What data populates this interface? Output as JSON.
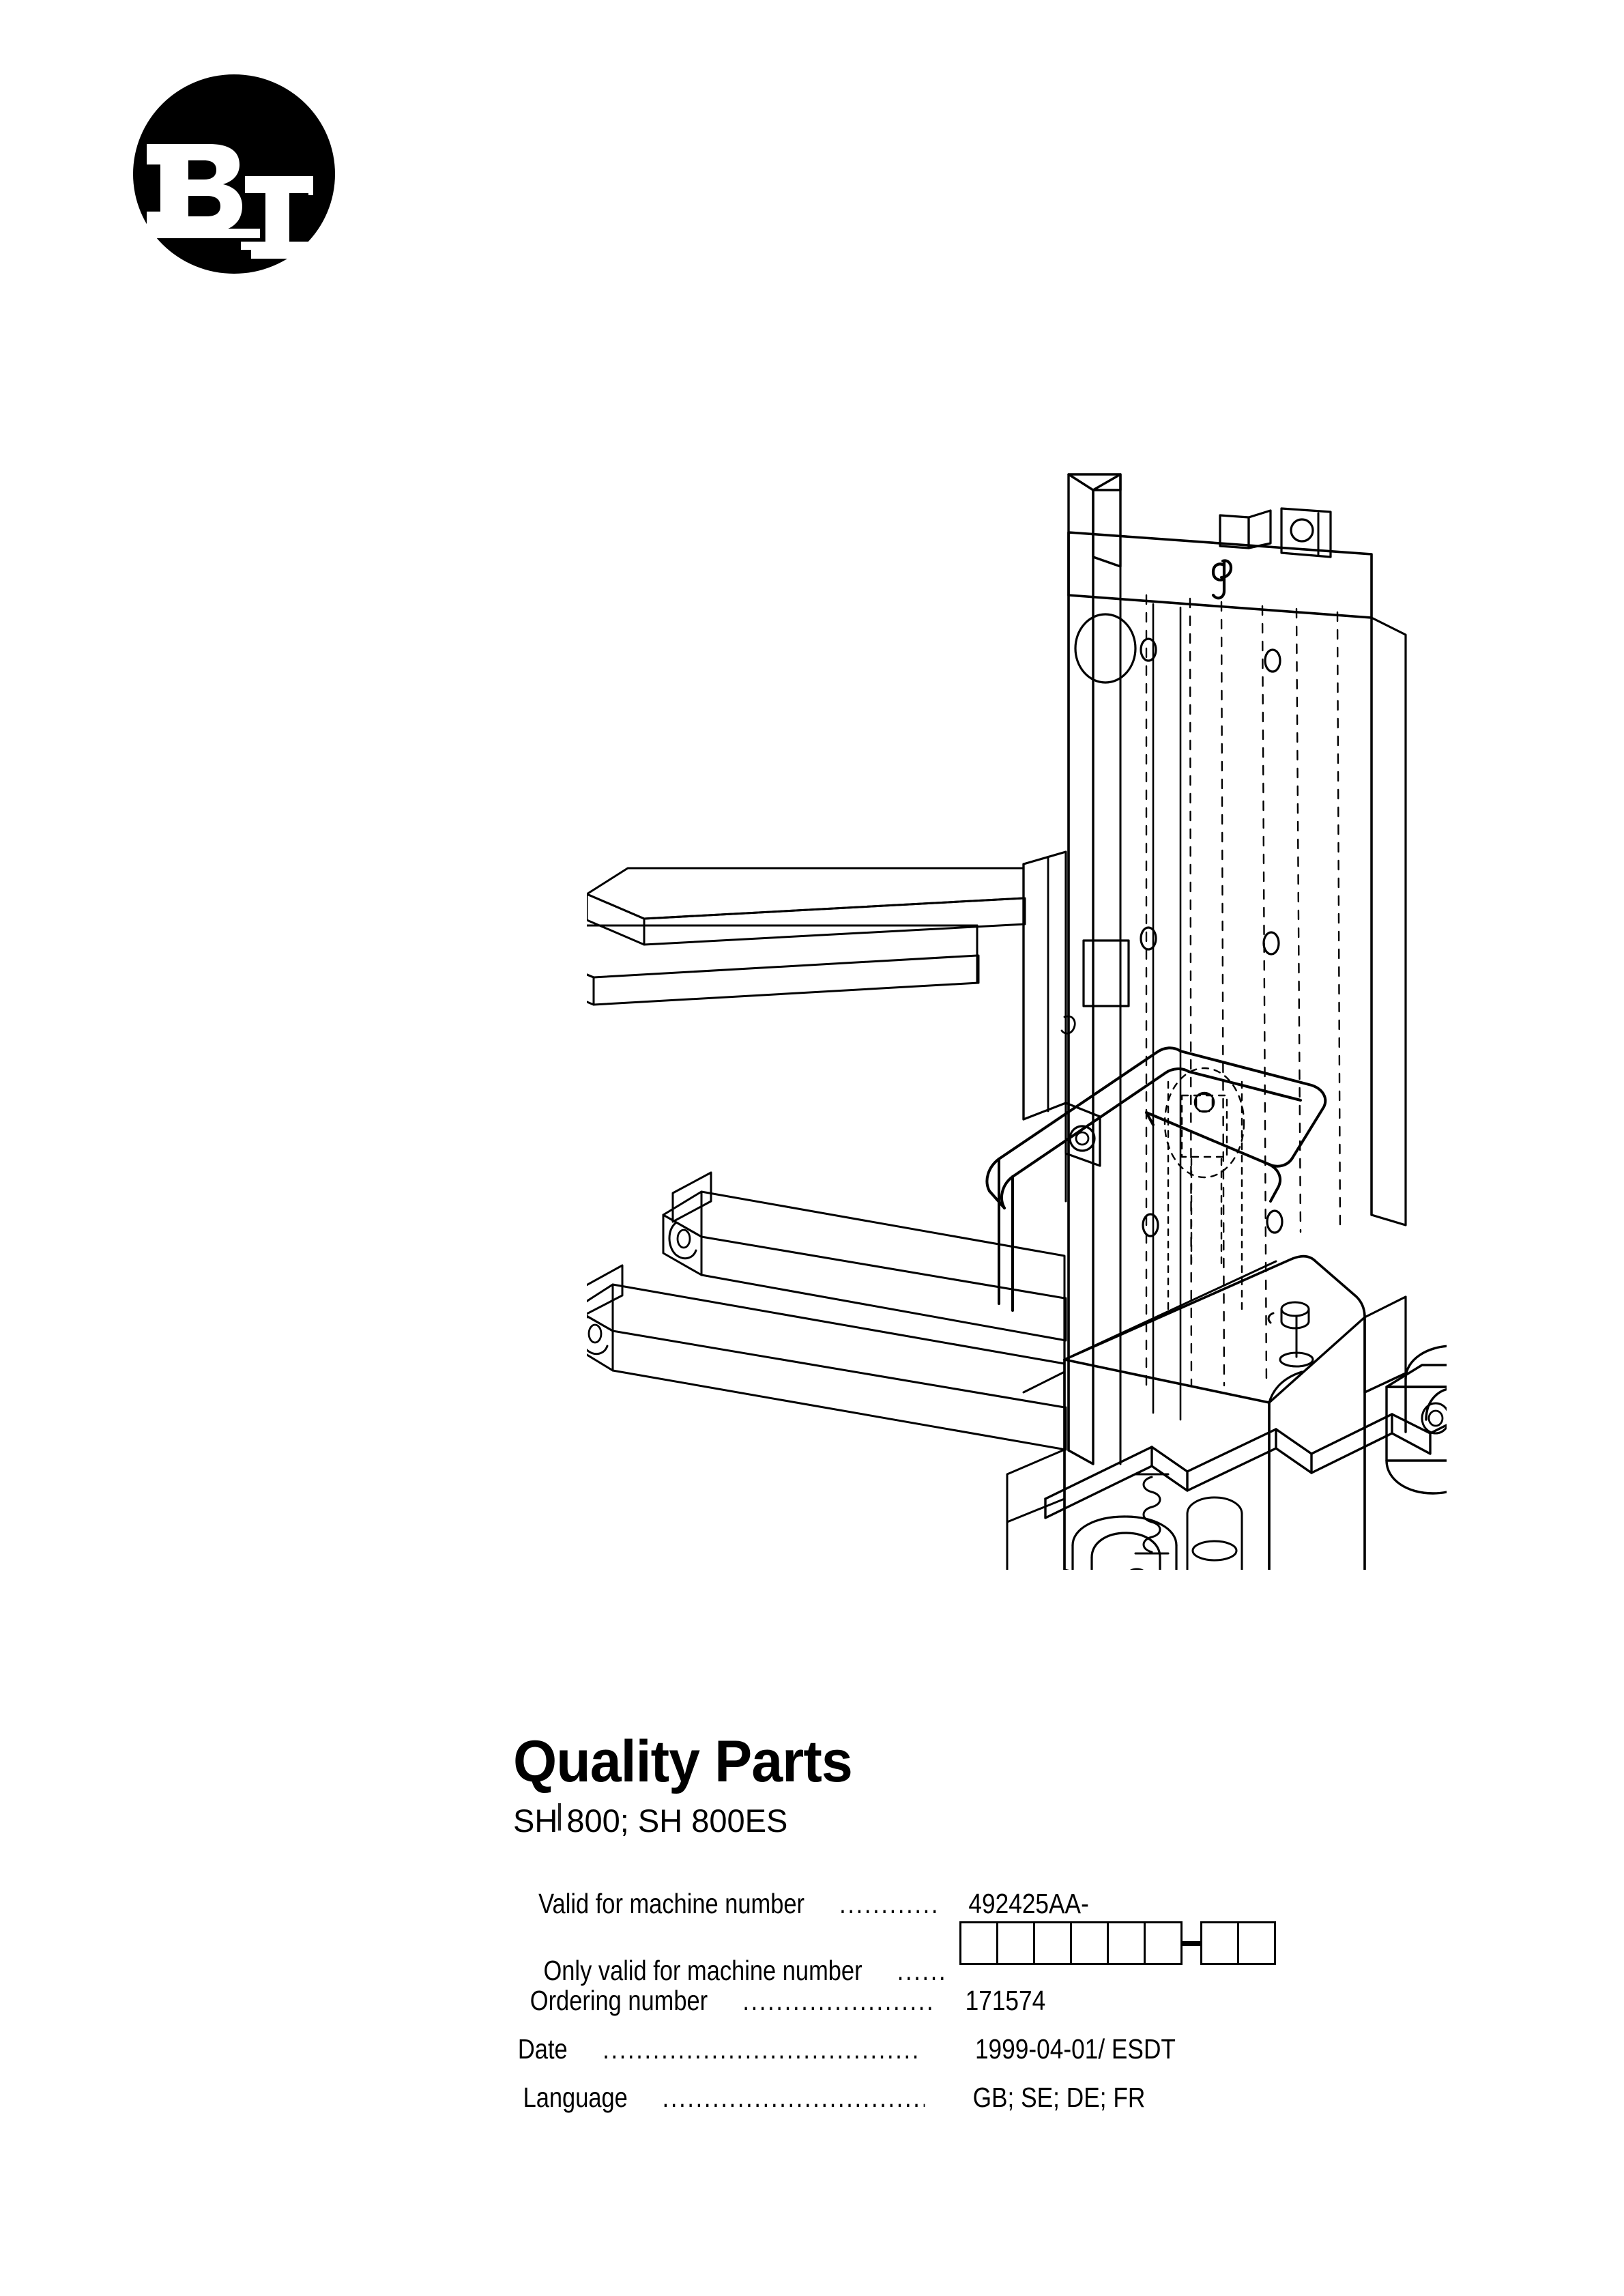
{
  "document": {
    "type": "parts-catalogue-cover",
    "brand": "BT",
    "logo": {
      "letters": [
        "B",
        "T"
      ],
      "shape": "circle",
      "color": "#000000"
    }
  },
  "title": "Quality Parts",
  "subtitle": "SH 800; SH 800ES",
  "illustration": {
    "name": "pallet-stacker-line-drawing",
    "description": "Isometric technical line drawing of an electric pallet stacker truck with mast, forks, tiller handle, battery box and castor wheels"
  },
  "spec": {
    "rows": [
      {
        "label": "Valid for machine number",
        "leader": ".....................",
        "value": "492425AA-",
        "type": "text"
      },
      {
        "label": "Only valid for machine number",
        "leader": "............",
        "value": "",
        "type": "boxes",
        "boxes_before_dash": 6,
        "boxes_after_dash": 2
      },
      {
        "label": "Ordering number",
        "leader": "..................................",
        "value": "171574",
        "type": "text"
      },
      {
        "label": "Date",
        "leader": "..................................................",
        "value": "1999-04-01/ ESDT",
        "type": "text"
      },
      {
        "label": "Language",
        "leader": "...........................................",
        "value": "GB; SE; DE; FR",
        "type": "text"
      }
    ]
  },
  "colors": {
    "ink": "#000000",
    "paper": "#ffffff"
  }
}
